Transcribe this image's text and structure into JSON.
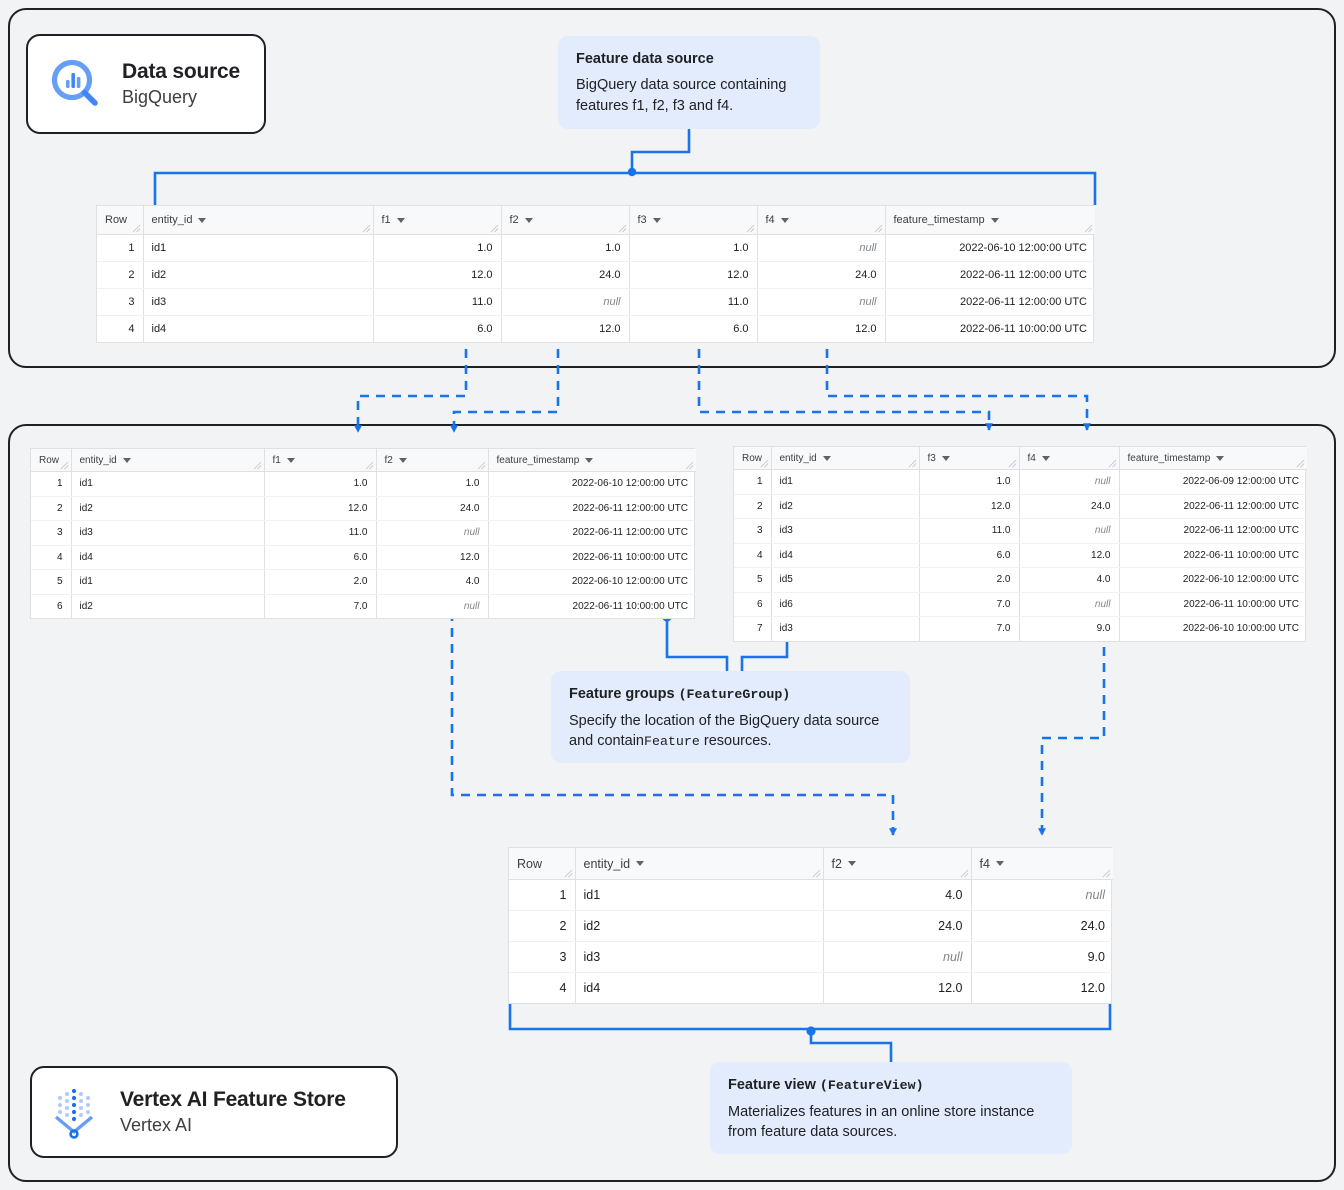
{
  "diagram": {
    "title": "Vertex AI Feature Store data flow",
    "accent_color": "#1a73e8",
    "callout_bg": "#e3ecfd",
    "page_bg": "#f1f3f4"
  },
  "chips": [
    {
      "id": "data-source",
      "title": "Data source",
      "subtitle": "BigQuery",
      "icon": "bigquery-icon"
    },
    {
      "id": "vertex-feature-store",
      "title": "Vertex AI Feature Store",
      "subtitle": "Vertex AI",
      "icon": "vertex-ai-feature-store-icon"
    }
  ],
  "callouts": {
    "feature_data_source": {
      "title": "Feature data source",
      "body": "BigQuery data source containing features f1, f2, f3 and f4."
    },
    "feature_groups": {
      "title_main": "Feature groups",
      "title_code": "(FeatureGroup)",
      "body_pre": "Specify the location of the BigQuery data source and contain",
      "body_code": "Feature",
      "body_post": " resources."
    },
    "feature_view": {
      "title_main": "Feature view",
      "title_code": "(FeatureView)",
      "body": "Materializes features in an online store instance from feature data sources."
    }
  },
  "tables": {
    "source": {
      "name": "feature-data-source-table",
      "columns": [
        "Row",
        "entity_id",
        "f1",
        "f2",
        "f3",
        "f4",
        "feature_timestamp"
      ],
      "rows": [
        [
          "1",
          "id1",
          "1.0",
          "1.0",
          "1.0",
          "null",
          "2022-06-10 12:00:00 UTC"
        ],
        [
          "2",
          "id2",
          "12.0",
          "24.0",
          "12.0",
          "24.0",
          "2022-06-11 12:00:00 UTC"
        ],
        [
          "3",
          "id3",
          "11.0",
          "null",
          "11.0",
          "null",
          "2022-06-11 12:00:00 UTC"
        ],
        [
          "4",
          "id4",
          "6.0",
          "12.0",
          "6.0",
          "12.0",
          "2022-06-11 10:00:00 UTC"
        ]
      ]
    },
    "feature_group_1": {
      "name": "feature-group-1-table",
      "columns": [
        "Row",
        "entity_id",
        "f1",
        "f2",
        "feature_timestamp"
      ],
      "rows": [
        [
          "1",
          "id1",
          "1.0",
          "1.0",
          "2022-06-10 12:00:00 UTC"
        ],
        [
          "2",
          "id2",
          "12.0",
          "24.0",
          "2022-06-11 12:00:00 UTC"
        ],
        [
          "3",
          "id3",
          "11.0",
          "null",
          "2022-06-11 12:00:00 UTC"
        ],
        [
          "4",
          "id4",
          "6.0",
          "12.0",
          "2022-06-11 10:00:00 UTC"
        ],
        [
          "5",
          "id1",
          "2.0",
          "4.0",
          "2022-06-10 12:00:00 UTC"
        ],
        [
          "6",
          "id2",
          "7.0",
          "null",
          "2022-06-11 10:00:00 UTC"
        ]
      ]
    },
    "feature_group_2": {
      "name": "feature-group-2-table",
      "columns": [
        "Row",
        "entity_id",
        "f3",
        "f4",
        "feature_timestamp"
      ],
      "rows": [
        [
          "1",
          "id1",
          "1.0",
          "null",
          "2022-06-09 12:00:00 UTC"
        ],
        [
          "2",
          "id2",
          "12.0",
          "24.0",
          "2022-06-11 12:00:00 UTC"
        ],
        [
          "3",
          "id3",
          "11.0",
          "null",
          "2022-06-11 12:00:00 UTC"
        ],
        [
          "4",
          "id4",
          "6.0",
          "12.0",
          "2022-06-11 10:00:00 UTC"
        ],
        [
          "5",
          "id5",
          "2.0",
          "4.0",
          "2022-06-10 12:00:00 UTC"
        ],
        [
          "6",
          "id6",
          "7.0",
          "null",
          "2022-06-11 10:00:00 UTC"
        ],
        [
          "7",
          "id3",
          "7.0",
          "9.0",
          "2022-06-10 10:00:00 UTC"
        ]
      ]
    },
    "feature_view": {
      "name": "feature-view-table",
      "columns": [
        "Row",
        "entity_id",
        "f2",
        "f4"
      ],
      "rows": [
        [
          "1",
          "id1",
          "4.0",
          "null"
        ],
        [
          "2",
          "id2",
          "24.0",
          "24.0"
        ],
        [
          "3",
          "id3",
          "null",
          "9.0"
        ],
        [
          "4",
          "id4",
          "12.0",
          "12.0"
        ]
      ]
    }
  }
}
